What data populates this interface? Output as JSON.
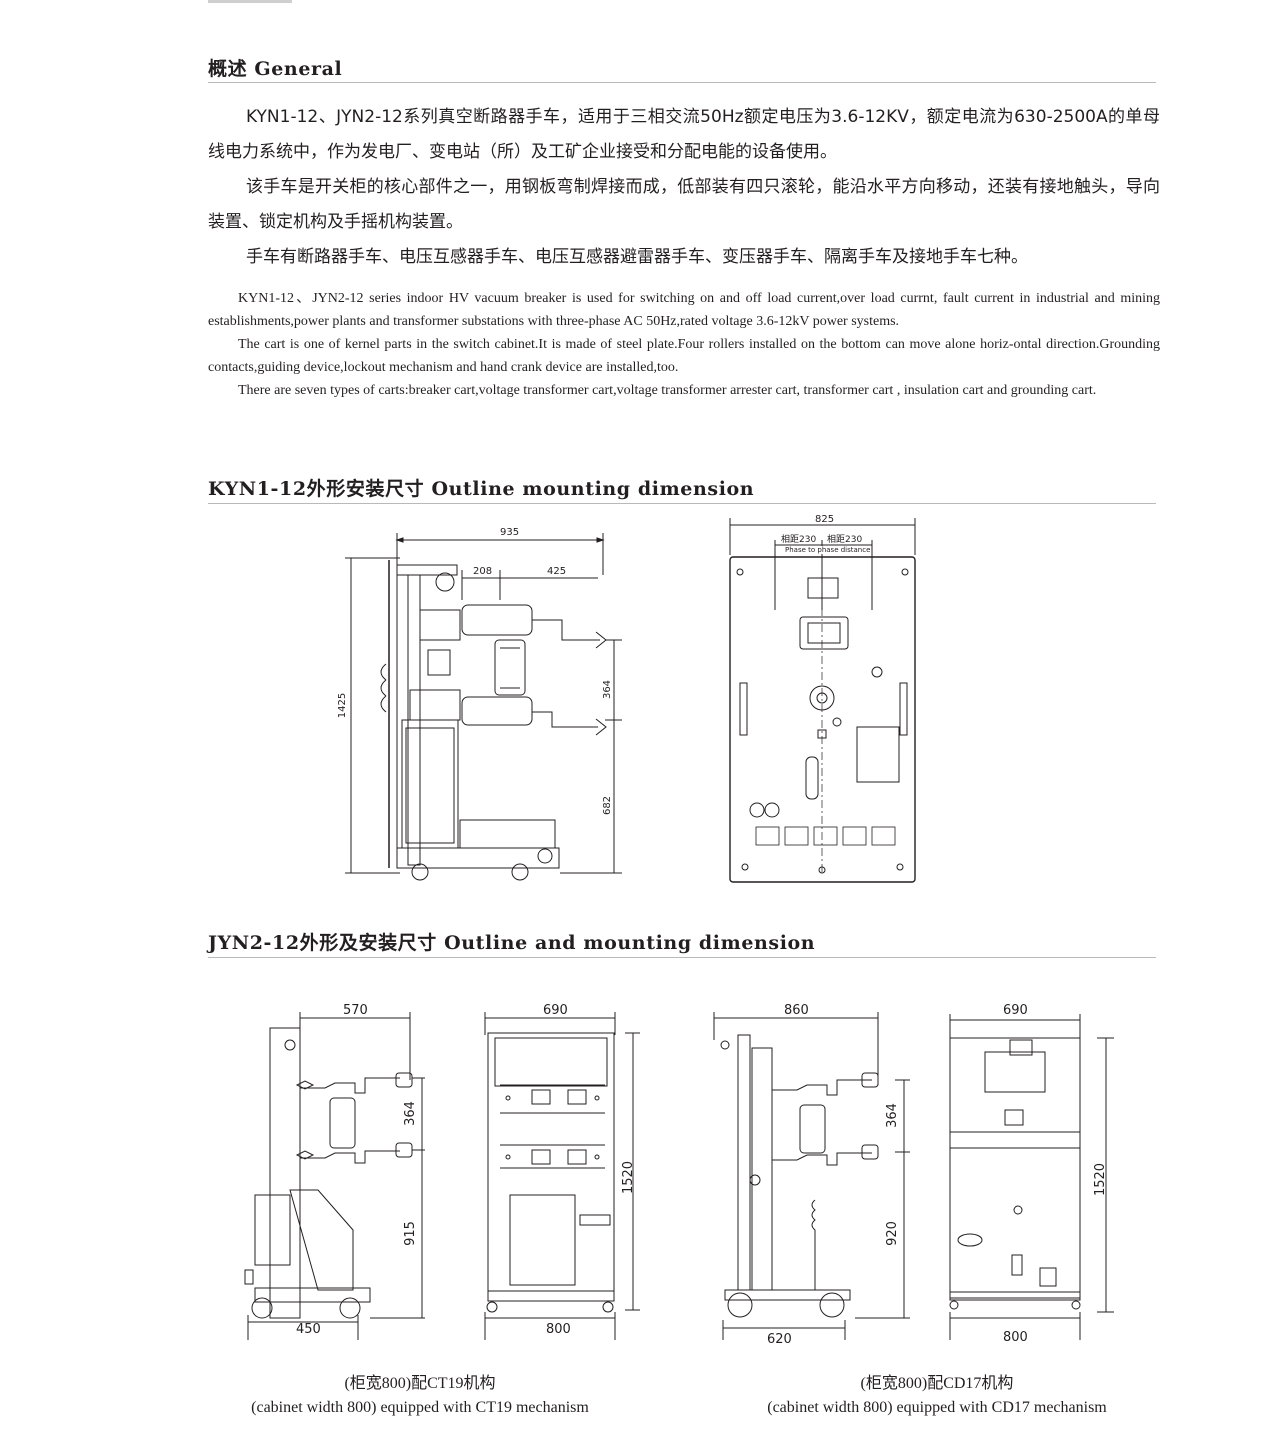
{
  "general": {
    "title": "概述  General",
    "zh_paragraphs": [
      "KYN1-12、JYN2-12系列真空断路器手车，适用于三相交流50Hz额定电压为3.6-12KV，额定电流为630-2500A的单母线电力系统中，作为发电厂、变电站（所）及工矿企业接受和分配电能的设备使用。",
      "该手车是开关柜的核心部件之一，用钢板弯制焊接而成，低部装有四只滚轮，能沿水平方向移动，还装有接地触头，导向装置、锁定机构及手摇机构装置。",
      "手车有断路器手车、电压互感器手车、电压互感器避雷器手车、变压器手车、隔离手车及接地手车七种。"
    ],
    "en_paragraphs": [
      "KYN1-12、JYN2-12 series indoor HV vacuum breaker is used for switching on and off load current,over load currnt, fault current in industrial and mining establishments,power plants and transformer substations with three-phase AC 50Hz,rated voltage 3.6-12kV power systems.",
      "The cart is one of kernel parts in the switch cabinet.It is made of steel plate.Four rollers installed on the bottom can move  alone horiz-ontal direction.Grounding contacts,guiding device,lockout mechanism and hand crank device are installed,too.",
      "There are seven types of carts:breaker cart,voltage transformer cart,voltage transformer arrester cart,   transformer cart , insulation cart and grounding cart."
    ]
  },
  "kyn": {
    "title": "KYN1-12外形安装尺寸  Outline mounting dimension",
    "side": {
      "dim_top": "935",
      "dim_mid_left": "208",
      "dim_mid_right": "425",
      "dim_height": "1425",
      "dim_phase": "364",
      "dim_lower": "682"
    },
    "front": {
      "dim_width": "825",
      "phase_left": "相距230",
      "phase_right": "相距230",
      "phase_note": "Phase to phase distance"
    }
  },
  "jyn": {
    "title": "JYN2-12外形及安装尺寸  Outline and mounting dimension",
    "ct19": {
      "side": {
        "dim_top": "570",
        "dim_phase": "364",
        "dim_lower": "915",
        "dim_bottom": "450"
      },
      "front": {
        "dim_top": "690",
        "dim_height": "1520",
        "dim_bottom": "800"
      },
      "caption_zh": "(柜宽800)配CT19机构",
      "caption_en": "(cabinet width 800) equipped with CT19 mechanism"
    },
    "cd17": {
      "side": {
        "dim_top": "860",
        "dim_phase": "364",
        "dim_lower": "920",
        "dim_bottom": "620"
      },
      "front": {
        "dim_top": "690",
        "dim_height": "1520",
        "dim_bottom": "800"
      },
      "caption_zh": "(柜宽800)配CD17机构",
      "caption_en": "(cabinet width 800) equipped with CD17 mechanism"
    }
  }
}
